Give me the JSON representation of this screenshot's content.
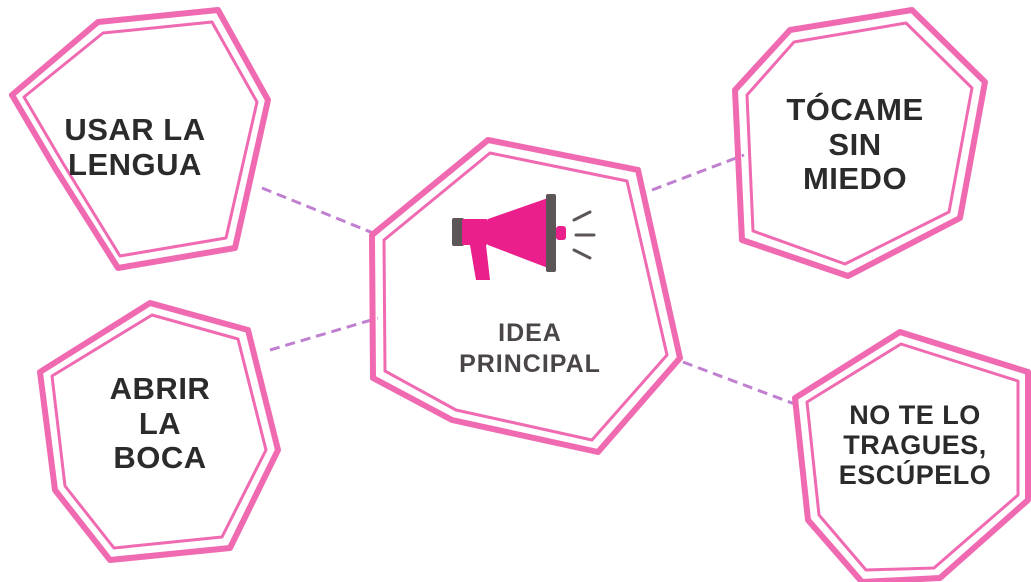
{
  "colors": {
    "hex_stroke": "#f06ab2",
    "connector": "#c07fcf",
    "text": "#2b2b2b",
    "center_text": "#4a4548",
    "megaphone_pink": "#ea1f8c",
    "megaphone_gray": "#5d5659"
  },
  "center": {
    "icon": "megaphone-icon",
    "label": "IDEA\nPRINCIPAL"
  },
  "nodes": {
    "usar": "USAR LA\nLENGUA",
    "abrir": "ABRIR\nLA\nBOCA",
    "tocame": "TÓCAME\nSIN\nMIEDO",
    "trague": "NO TE LO\nTRAGUES,\nESCÚPELO"
  }
}
